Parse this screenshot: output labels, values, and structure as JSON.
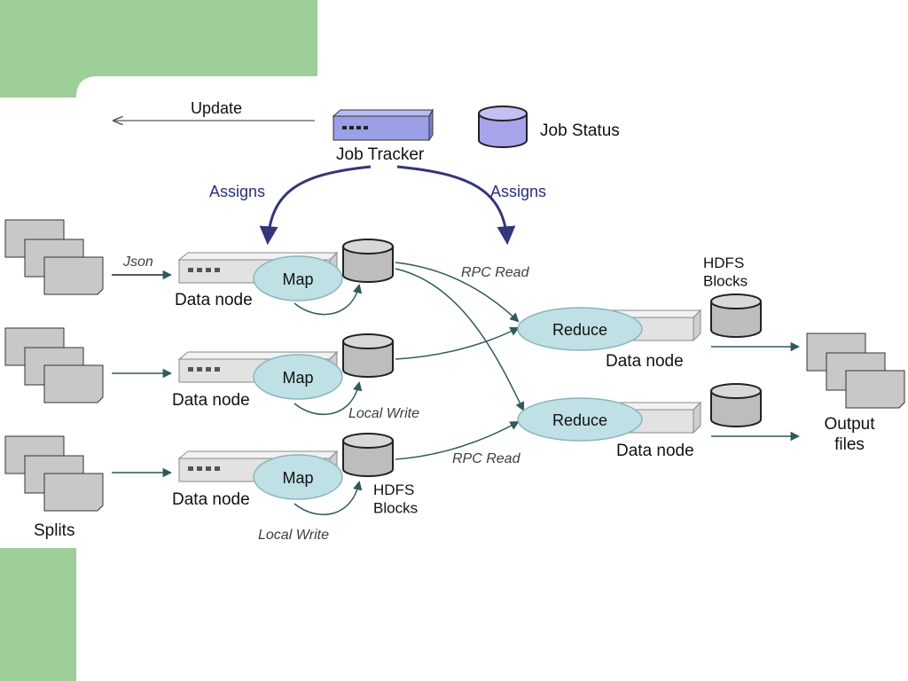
{
  "colors": {
    "green": "#9fcf98",
    "navy": "#34357a",
    "teal_arrow": "#2f5a5c",
    "ellipse_fill": "#bfe0e4",
    "ellipse_stroke": "#8ab6bc",
    "server_fill": "#e4e4e4",
    "cylinder_fill": "#bdbdbd",
    "doc_fill": "#c8c8c8",
    "job_tracker_fill": "#9b9fe6",
    "job_status_fill": "#a8a4ec"
  },
  "top": {
    "update_label": "Update",
    "job_tracker_label": "Job Tracker",
    "job_status_label": "Job Status",
    "assigns_left_label": "Assigns",
    "assigns_right_label": "Assigns"
  },
  "input": {
    "json_label": "Json",
    "splits_label": "Splits"
  },
  "map_nodes": [
    {
      "map_label": "Map",
      "node_label": "Data node"
    },
    {
      "map_label": "Map",
      "node_label": "Data node"
    },
    {
      "map_label": "Map",
      "node_label": "Data node"
    }
  ],
  "flows": {
    "rpc_read_top": "RPC Read",
    "rpc_read_bottom": "RPC Read",
    "local_write_mid": "Local Write",
    "local_write_bottom": "Local Write",
    "hdfs_blocks_map": "HDFS\nBlocks",
    "hdfs_blocks_reduce": "HDFS\nBlocks"
  },
  "reduce_nodes": [
    {
      "reduce_label": "Reduce",
      "node_label": "Data node"
    },
    {
      "reduce_label": "Reduce",
      "node_label": "Data node"
    }
  ],
  "output": {
    "files_label": "Output\nfiles"
  }
}
